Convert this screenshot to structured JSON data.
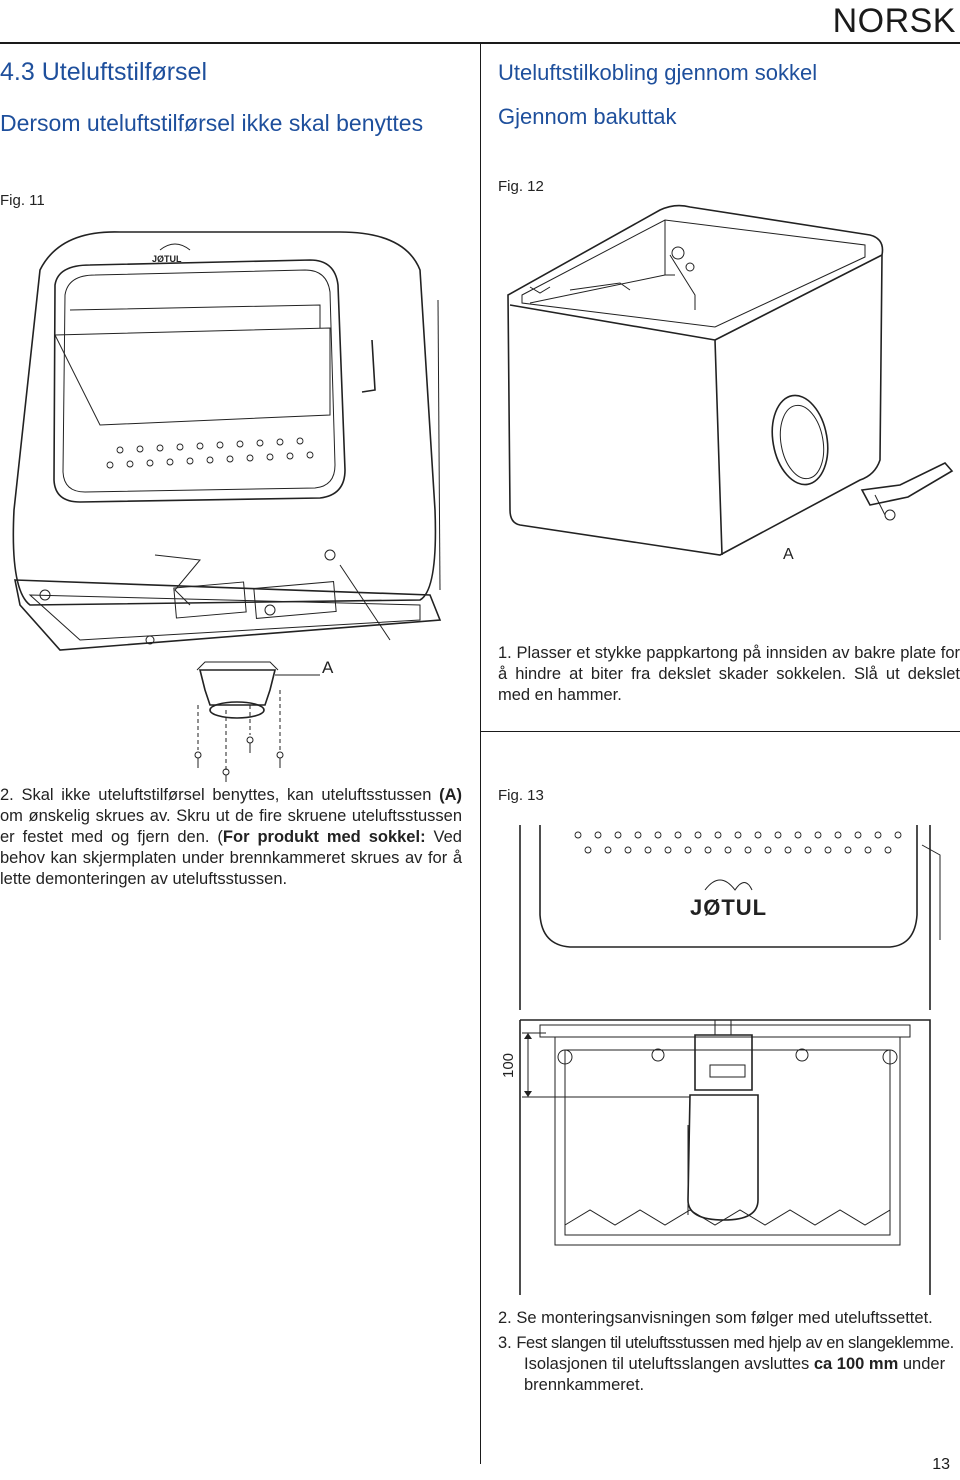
{
  "header": {
    "language": "NORSK",
    "page_number": "13"
  },
  "left": {
    "section_title": "4.3 Uteluftstilførsel",
    "subtitle": "Dersom uteluftstilførsel ikke skal benyttes",
    "fig11_label": "Fig. 11",
    "fig11_callout": "A",
    "step2": {
      "number": "2.",
      "text_a": "Skal ikke uteluftstilførsel benyttes, kan uteluftsstussen",
      "text_b": "(A)",
      "text_c": "om ønskelig skrues av. Skru ut de fire skruene uteluftsstussen er festet med og fjern den. (",
      "text_d": "For produkt med sokkel:",
      "text_e": " Ved behov kan skjermplaten under brennkammeret skrues av for å lette demonteringen av uteluftsstussen."
    }
  },
  "right": {
    "heading": "Uteluftstilkobling gjennom sokkel",
    "subheading": "Gjennom bakuttak",
    "fig12_label": "Fig. 12",
    "fig12_callout": "A",
    "step1": {
      "number": "1.",
      "text": "Plasser et stykke pappkartong på innsiden av bakre plate for å hindre at biter fra dekslet skader sokkelen. Slå ut dekslet med en hammer."
    },
    "fig13_label": "Fig. 13",
    "fig13_dimension": "100",
    "brand": "JØTUL",
    "steps_bottom": [
      {
        "number": "2.",
        "text": "Se monteringsanvisningen som følger med uteluftssettet."
      },
      {
        "number": "3.",
        "text": "Fest slangen til uteluftsstussen med hjelp av en slangeklemme.",
        "text2": "Isolasjonen til uteluftsslangen avsluttes",
        "text_bold": "ca 100 mm",
        "text3": "under brennkammeret."
      }
    ]
  }
}
